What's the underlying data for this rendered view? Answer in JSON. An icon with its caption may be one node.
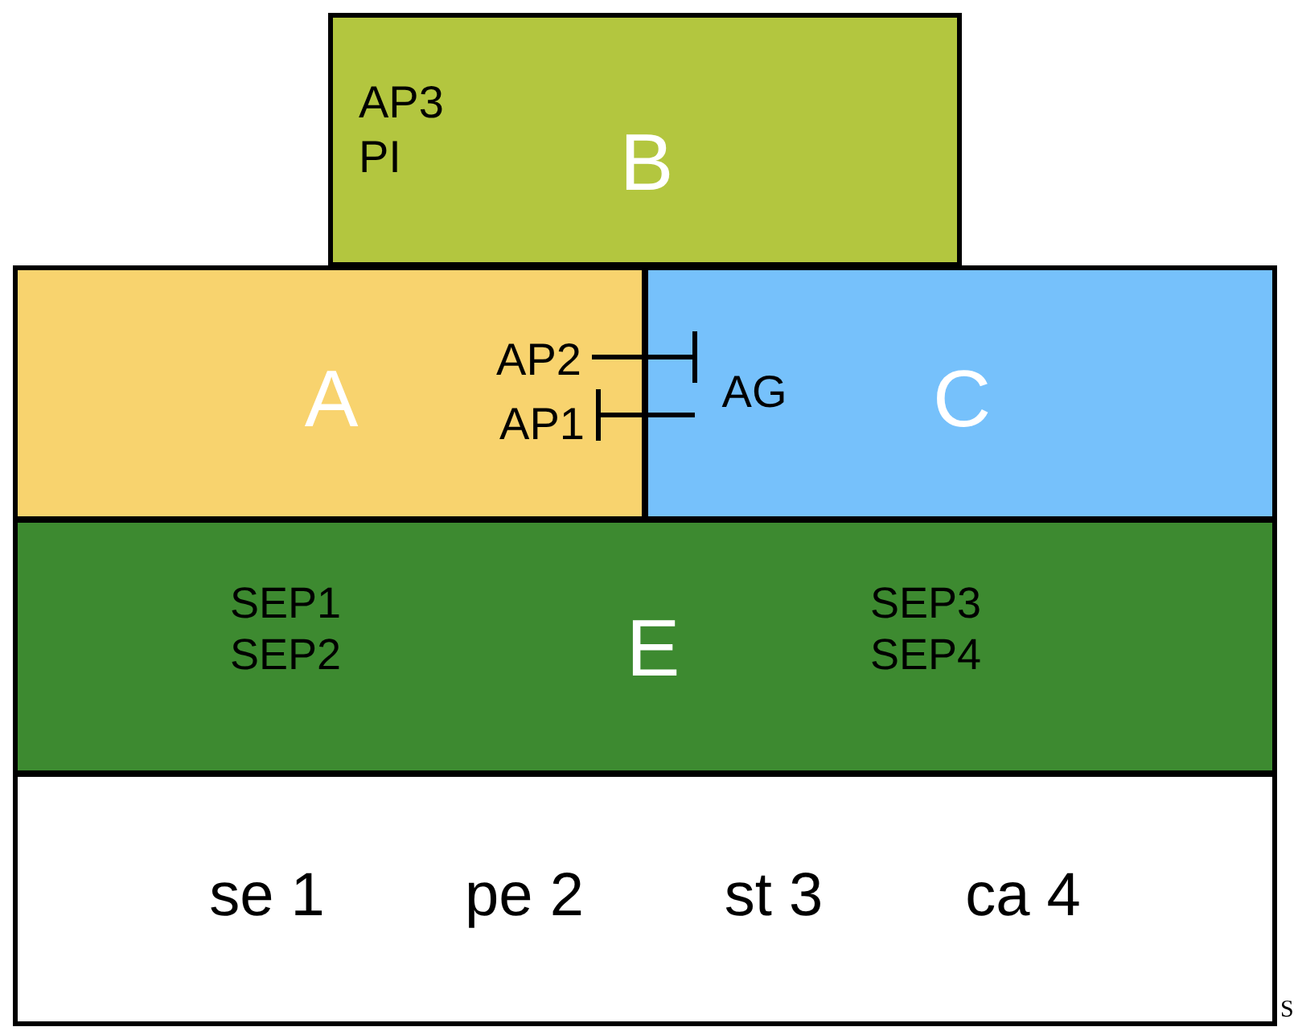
{
  "diagram": {
    "nodes": [
      {
        "text": [
          "AP3 PI",
          "B"
        ]
      },
      {
        "text": [
          "A"
        ]
      },
      {
        "text": [
          "AP2"
        ],
        "in": 1
      },
      {
        "text": [
          "AP1"
        ],
        "in": 1
      },
      {
        "text": [
          "C"
        ]
      },
      {
        "text": [
          "AG"
        ],
        "in": 4
      },
      {
        "text": [
          "SEP1 SEP2",
          "E",
          "SEP3 SEP4"
        ]
      },
      {
        "text": [
          "se 1",
          "pe 2",
          "st 3",
          "ca 4"
        ]
      }
    ],
    "edges": [
      {
        "from": 2,
        "to": 5,
        "arrow": "other"
      },
      {
        "from": 5,
        "to": 3,
        "arrow": "other"
      }
    ],
    "labels": [
      "S"
    ]
  }
}
